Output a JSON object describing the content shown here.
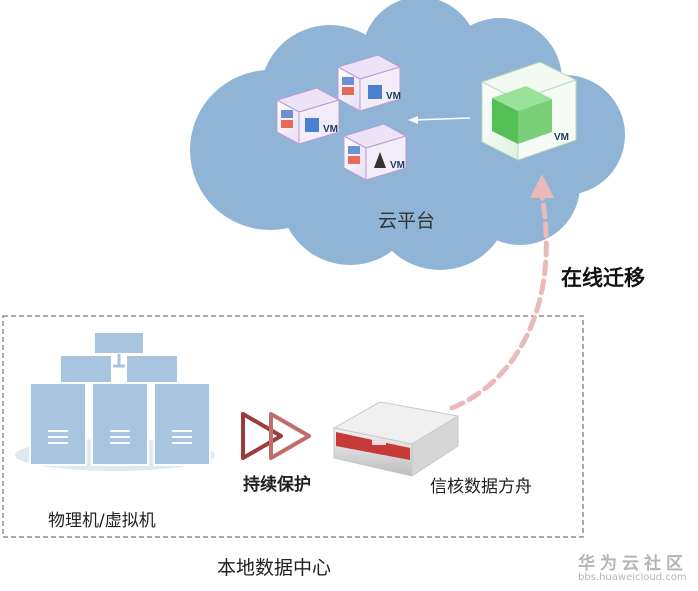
{
  "cloud": {
    "label": "云平台"
  },
  "migration": {
    "label": "在线迁移"
  },
  "datacenter": {
    "label": "本地数据中心",
    "servers_label": "物理机/虚拟机",
    "protection_label": "持续保护",
    "appliance_label": "信核数据方舟"
  },
  "vm_tag": "VM",
  "watermark": {
    "title": "华为云社区",
    "url": "bbs.huaweicloud.com"
  },
  "colors": {
    "cloud": "#8fb4d6",
    "server": "#a9c4de",
    "server_dark": "#7fa3c6",
    "migration_arrow": "#ebb9b9",
    "protect_arrow": "#9c3b3b",
    "vm_box": "#c9a9e0",
    "storage_box": "#54bf54",
    "border": "#777777"
  }
}
